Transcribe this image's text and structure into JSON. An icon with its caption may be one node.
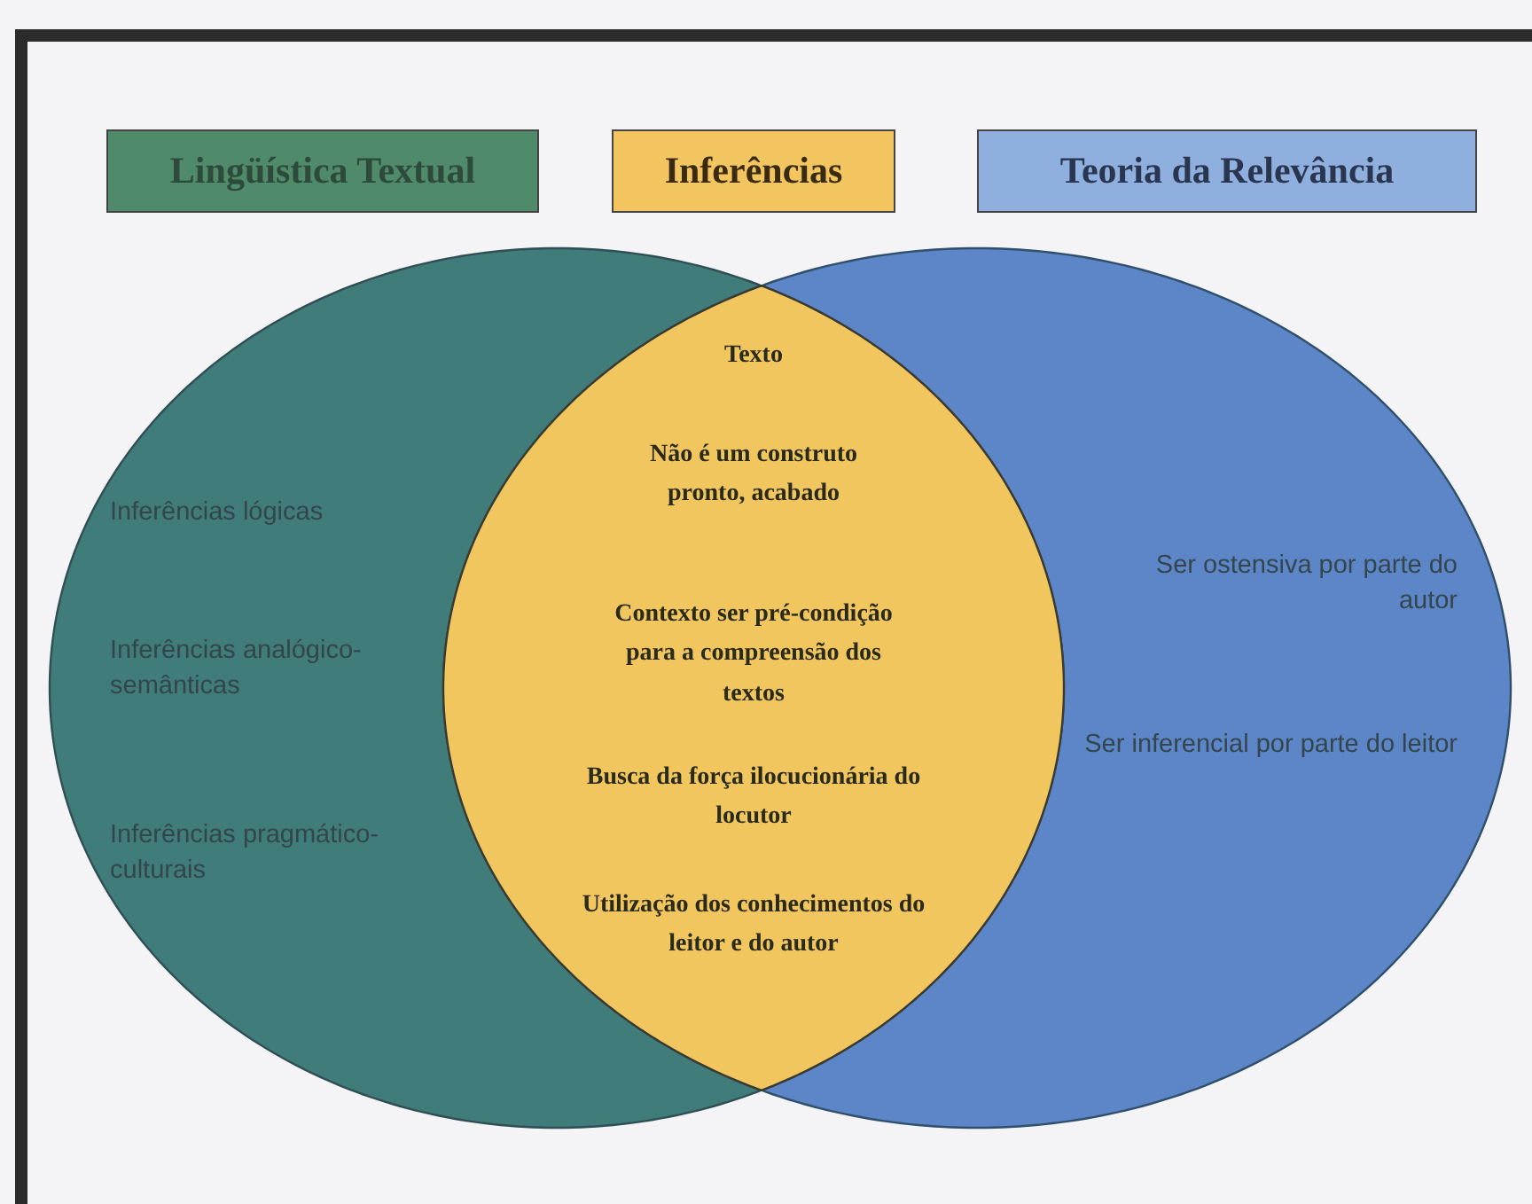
{
  "diagram": {
    "nodes": [
      {
        "text": [
          "Lingüística Textual"
        ]
      },
      {
        "text": [
          "Inferências"
        ]
      },
      {
        "text": [
          "Teoria da Relevância"
        ]
      },
      {
        "text": [
          "Inferências lógicas",
          "Inferências analógico-semânticas",
          "Inferências pragmático-culturais"
        ]
      },
      {
        "text": [
          "Ser ostensiva por parte do autor",
          "Ser inferencial por parte do leitor"
        ]
      },
      {
        "text": [
          "Texto",
          "Não é um construto pronto, acabado",
          "Contexto ser pré-condição para a compreensão dos textos",
          "Busca da força ilocucionária do locutor",
          "Utilização dos conhecimentos do leitor e do autor"
        ]
      }
    ],
    "edges": []
  }
}
